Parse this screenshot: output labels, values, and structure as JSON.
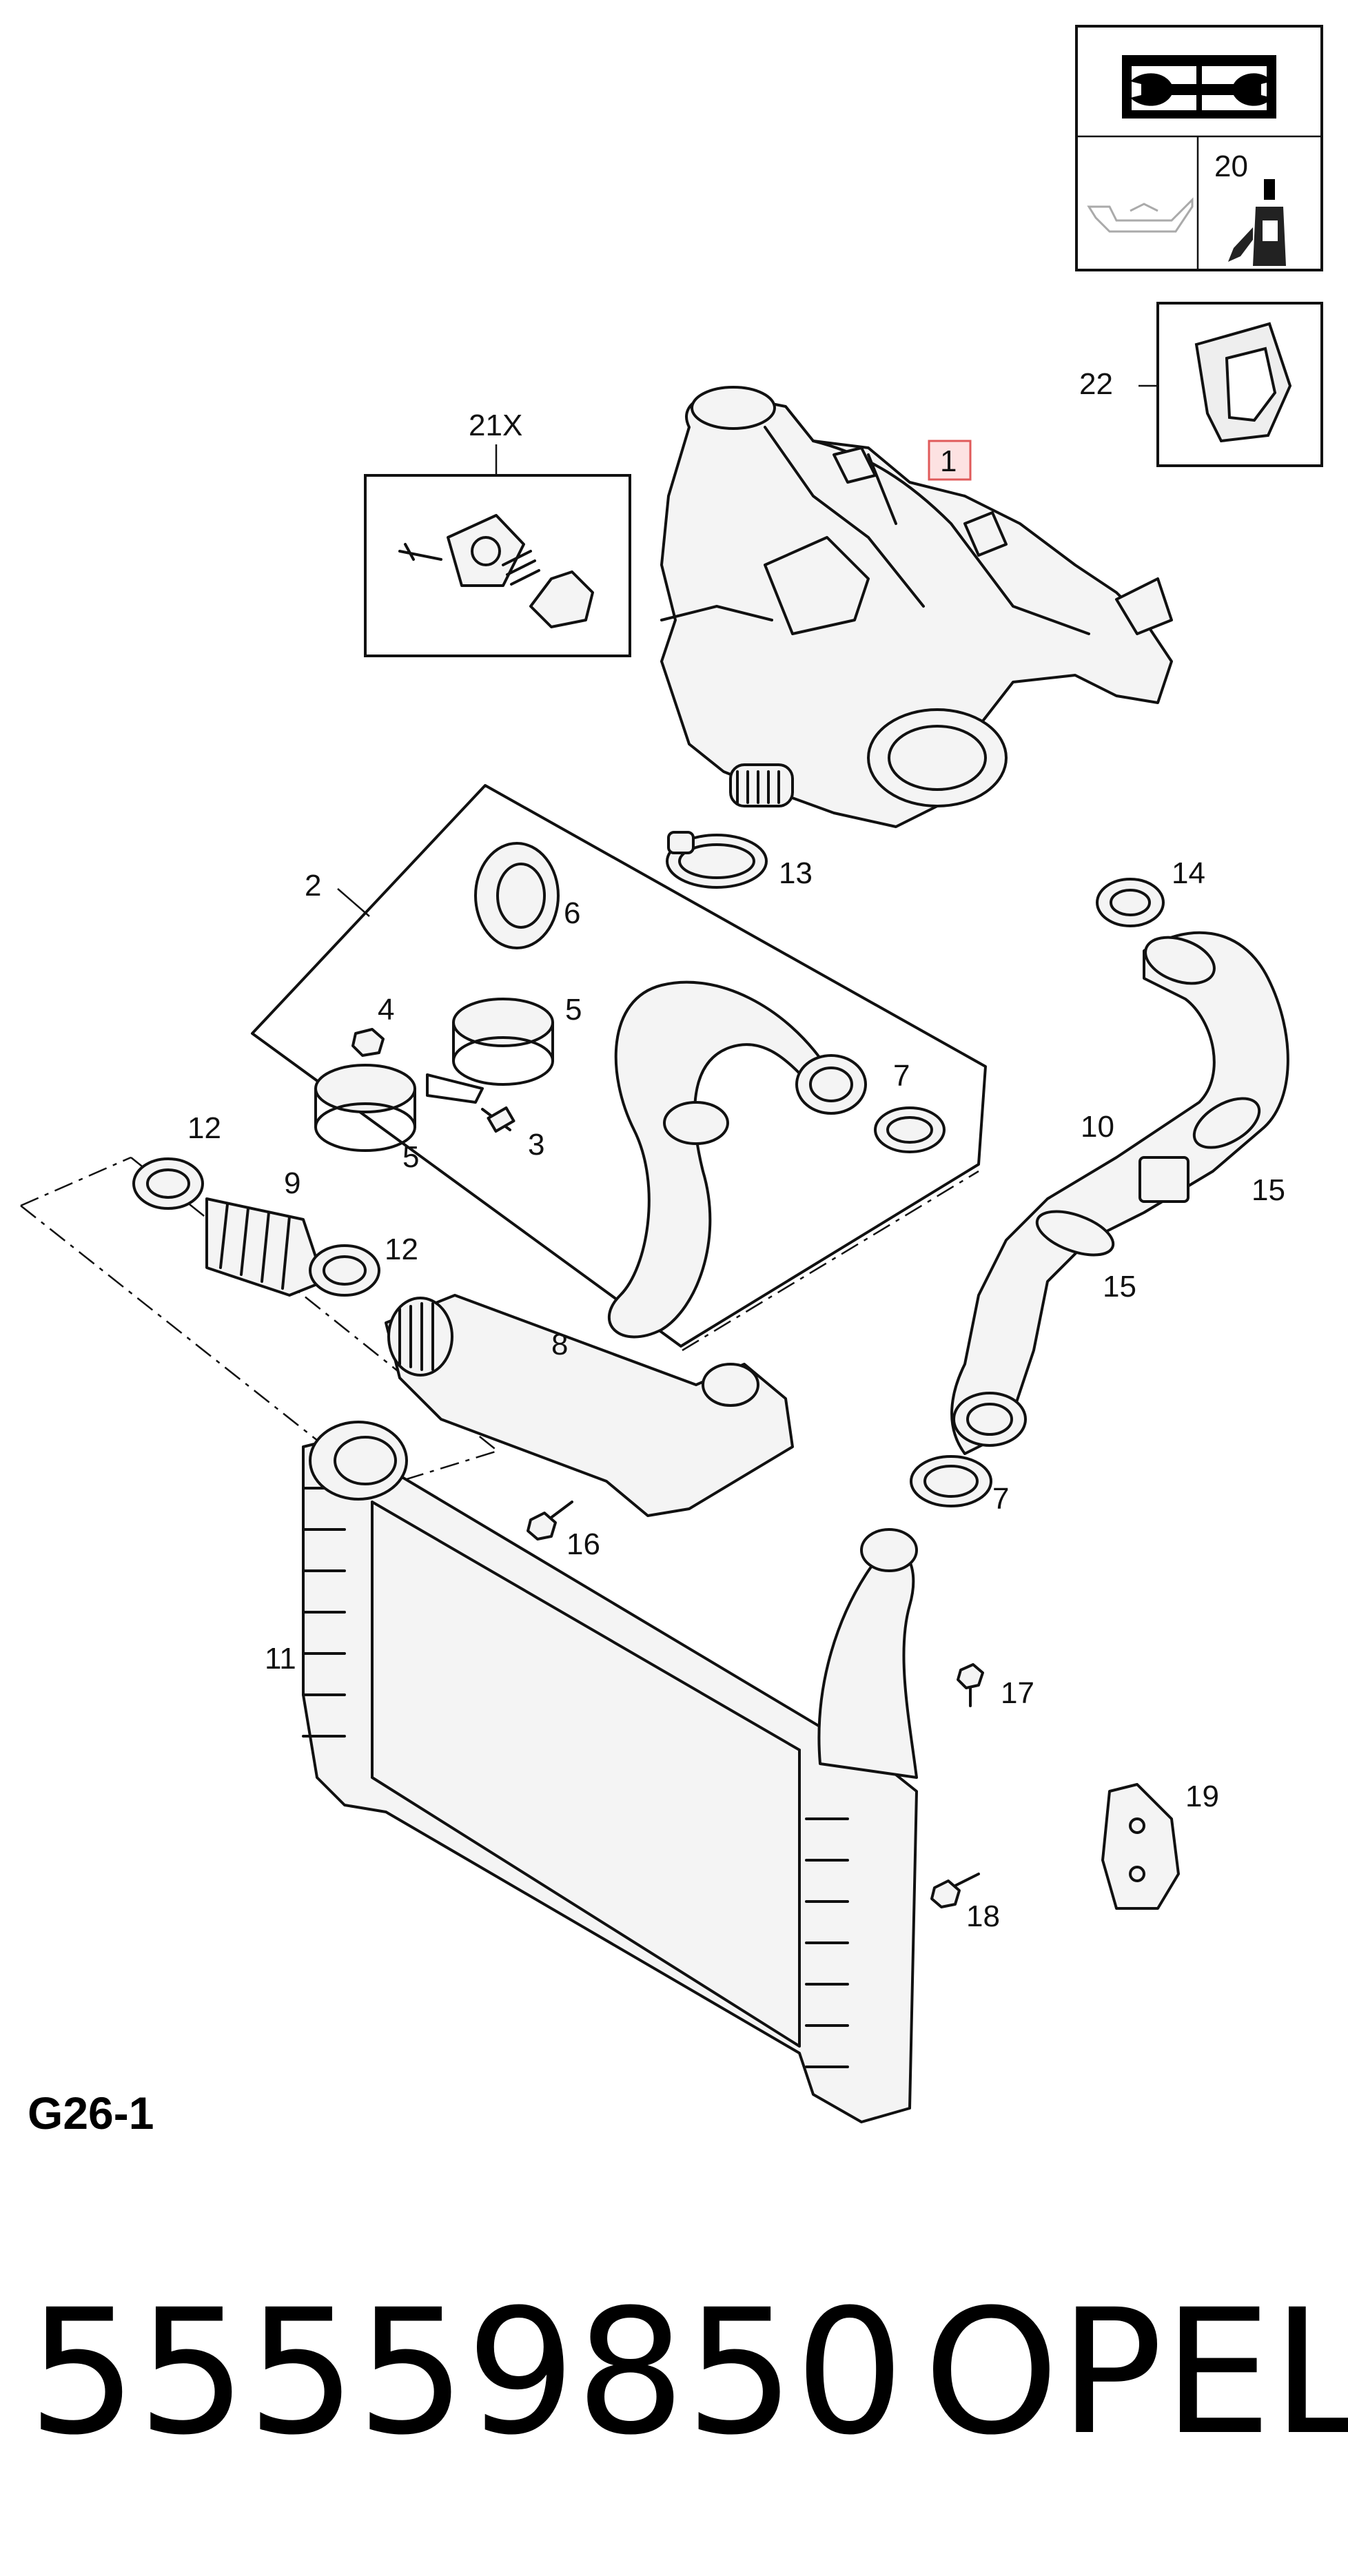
{
  "callouts": {
    "c1": "1",
    "c2": "2",
    "c3": "3",
    "c4": "4",
    "c5a": "5",
    "c5b": "5",
    "c6": "6",
    "c7a": "7",
    "c7b": "7",
    "c8": "8",
    "c9": "9",
    "c10": "10",
    "c11": "11",
    "c12a": "12",
    "c12b": "12",
    "c13": "13",
    "c14": "14",
    "c15a": "15",
    "c15b": "15",
    "c16": "16",
    "c17": "17",
    "c18": "18",
    "c19": "19",
    "c20": "20",
    "c21": "21X",
    "c22": "22"
  },
  "diagram_ref": "G26-1",
  "part_number": "55559850",
  "brand": "OPEL",
  "highlight_color": "#e05a5a",
  "icons": [
    "manual-book-wrench-icon",
    "oil-can-icon",
    "sealant-bottle-icon",
    "gasket-icon"
  ]
}
